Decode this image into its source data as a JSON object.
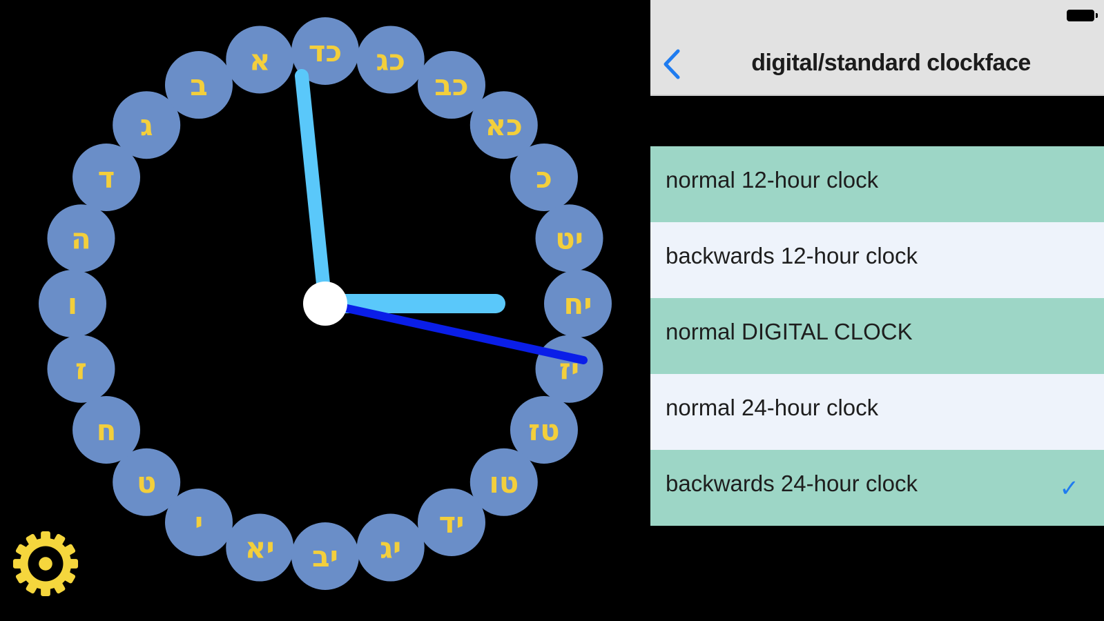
{
  "clock": {
    "hour_labels_clockwise_from_top": [
      "כד",
      "כג",
      "כב",
      "כא",
      "כ",
      "יט",
      "יח",
      "יז",
      "טז",
      "טו",
      "יד",
      "יג",
      "יב",
      "יא",
      "י",
      "ט",
      "ח",
      "ז",
      "ו",
      "ה",
      "ד",
      "ג",
      "ב",
      "א"
    ],
    "colors": {
      "bubble": "#6a8ec8",
      "label": "#f3cf3c",
      "hand_light": "#5ac8fa",
      "hand_second": "#0a1ee8",
      "hub": "#ffffff",
      "gear": "#f5d63d"
    }
  },
  "settings_icon": "gear-icon",
  "panel": {
    "title": "digital/standard clockface",
    "back_icon": "chevron-left-icon",
    "options": [
      {
        "label": "normal 12-hour clock",
        "selected": false
      },
      {
        "label": "backwards 12-hour clock",
        "selected": false
      },
      {
        "label": "normal DIGITAL CLOCK",
        "selected": false
      },
      {
        "label": "normal 24-hour clock",
        "selected": false
      },
      {
        "label": "backwards 24-hour clock",
        "selected": true
      }
    ],
    "check_mark": "✓"
  }
}
